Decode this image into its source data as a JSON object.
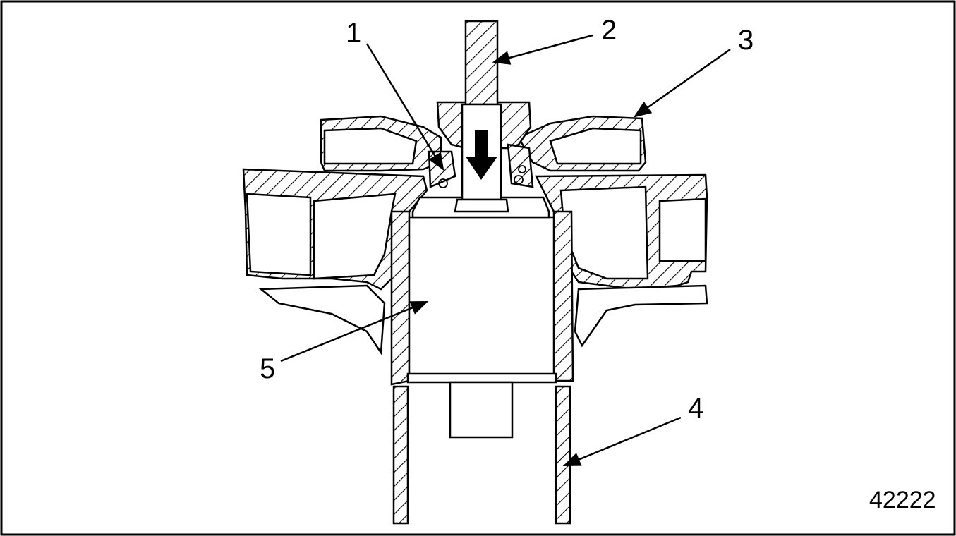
{
  "callouts": {
    "c1": "1",
    "c2": "2",
    "c3": "3",
    "c4": "4",
    "c5": "5"
  },
  "figure_number": "42222"
}
